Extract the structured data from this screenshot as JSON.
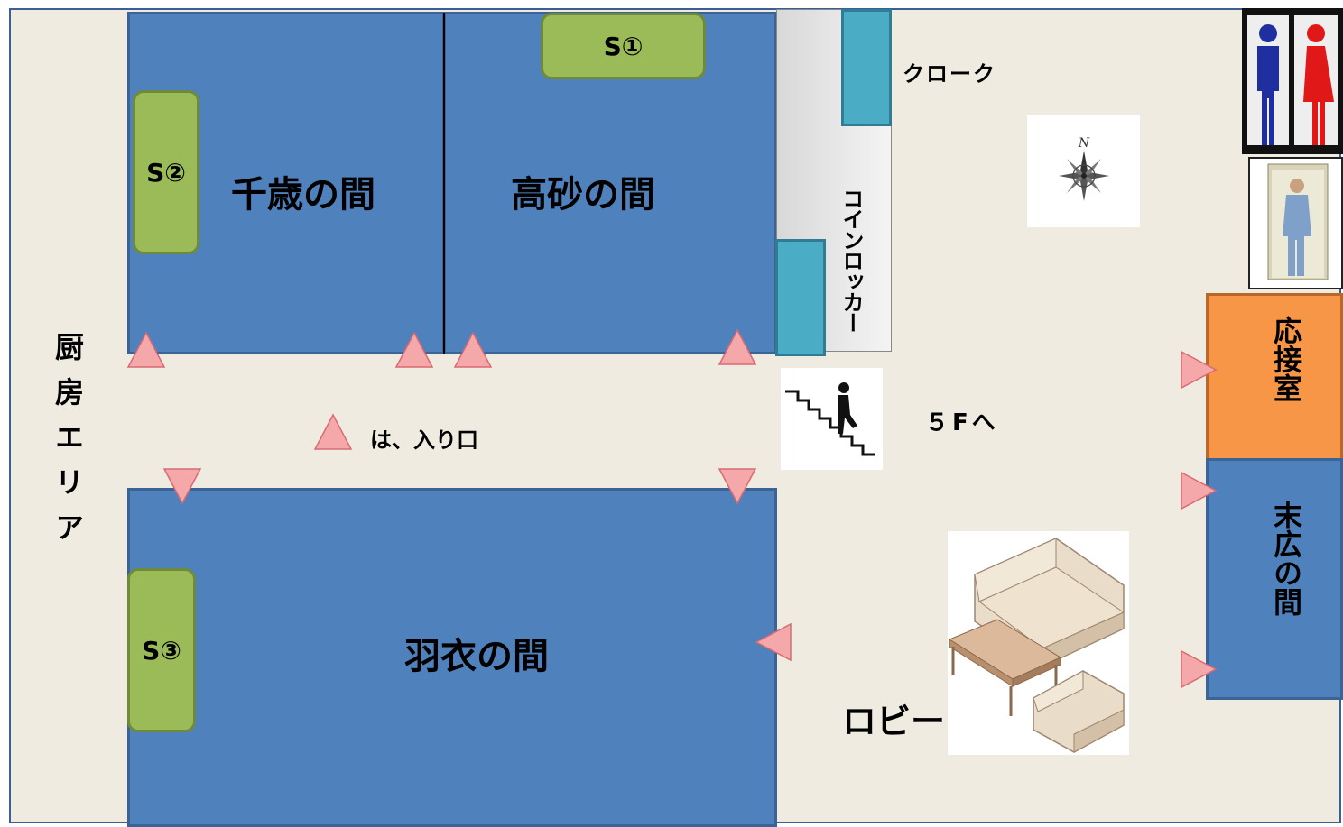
{
  "rooms": {
    "chitose": "千歳の間",
    "takasago": "高砂の間",
    "hagoromo": "羽衣の間",
    "suehiro": "末広の間",
    "reception": "応接室"
  },
  "stages": {
    "s1": "S①",
    "s2": "S②",
    "s3": "S③"
  },
  "labels": {
    "kitchen": "厨房エリア",
    "coin_locker": "コインロッカー",
    "cloak": "クローク",
    "to_5f": "５Fへ",
    "entrance_legend": "は、入り口",
    "lobby": "ロビー"
  },
  "icons": [
    "restroom-icon",
    "elevator-icon",
    "compass-icon",
    "stairs-icon",
    "sofa-set-icon",
    "entrance-triangle-icon"
  ],
  "colors": {
    "room_blue": "#4f81bd",
    "stage_green": "#9bbb59",
    "reception_orange": "#f79646",
    "locker_cyan": "#4bacc6",
    "entrance_pink": "#f4a8aa",
    "floor": "#efebe1"
  }
}
